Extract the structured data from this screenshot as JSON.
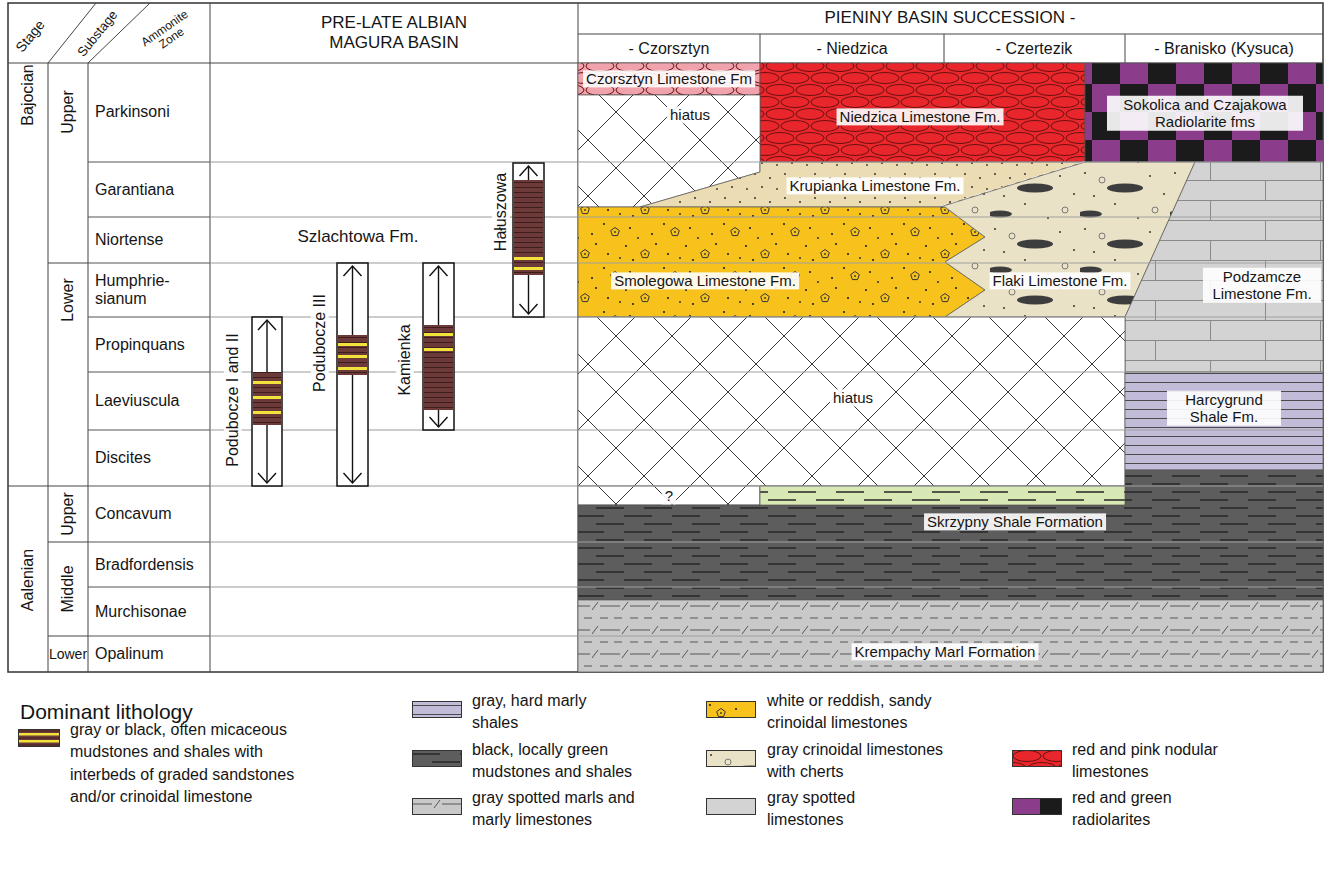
{
  "diagram": {
    "nodes": [
      {
        "text": [
          "Podubocze I and II"
        ]
      },
      {
        "text": [
          "Podubocze III"
        ]
      },
      {
        "text": [
          "Kamienka"
        ]
      },
      {
        "text": [
          "Hałuszowa"
        ]
      },
      {
        "text": [
          "Czorsztyn Limestone Fm"
        ]
      },
      {
        "text": [
          "Niedzica Limestone Fm."
        ]
      },
      {
        "text": [
          "Sokolica and Czajakowa Radiolarite fms"
        ]
      },
      {
        "text": [
          "hiatus"
        ]
      },
      {
        "text": [
          "Krupianka Limestone Fm."
        ]
      },
      {
        "text": [
          "Smolegowa Limestone Fm."
        ]
      },
      {
        "text": [
          "Flaki Limestone Fm."
        ]
      },
      {
        "text": [
          "Podzamcze Limestone Fm."
        ]
      },
      {
        "text": [
          "hiatus"
        ]
      },
      {
        "text": [
          "Harcygrund Shale Fm."
        ]
      },
      {
        "text": [
          "?"
        ]
      },
      {
        "text": [
          "Skrzypny Shale Formation"
        ]
      },
      {
        "text": [
          "Krempachy Marl Formation"
        ]
      }
    ],
    "labels": [
      "Stage",
      "Substage",
      "Ammonite Zone",
      "PRE-LATE ALBIAN MAGURA BASIN",
      "PIENINY BASIN SUCCESSION -",
      "- Czorsztyn",
      "- Niedzica",
      "- Czertezik",
      "- Branisko (Kysuca)",
      "Bajocian",
      "Upper",
      "Parkinsoni",
      "Garantiana",
      "Niortense",
      "Lower",
      "Humphrie- sianum",
      "Propinquans",
      "Laeviuscula",
      "Discites",
      "Aalenian",
      "Upper",
      "Concavum",
      "Middle",
      "Bradfordensis",
      "Murchisonae",
      "Lower",
      "Opalinum",
      "Szlachtowa Fm.",
      "Dominant lithology"
    ],
    "legend": [
      {
        "text": "gray or black, often micaceous mudstones and shales with interbeds of graded sandstones and/or crinoidal limestone",
        "color": "#6d3a3a"
      },
      {
        "text": "gray, hard marly shales",
        "color": "#c3bcd8"
      },
      {
        "text": "black, locally green mudstones and shales",
        "color": "#5d5d5d"
      },
      {
        "text": "gray spotted marls and marly limestones",
        "color": "#c9c9c9"
      },
      {
        "text": "white or reddish, sandy crinoidal limestones",
        "color": "#f7c21b"
      },
      {
        "text": "gray crinoidal limestones with cherts",
        "color": "#e9e2c6"
      },
      {
        "text": "gray spotted limestones",
        "color": "#d3d3d3"
      },
      {
        "text": "red and pink nodular limestones",
        "color": "#e8262b"
      },
      {
        "text": "red and green radiolarites",
        "color": "#8b3d8b"
      }
    ]
  }
}
